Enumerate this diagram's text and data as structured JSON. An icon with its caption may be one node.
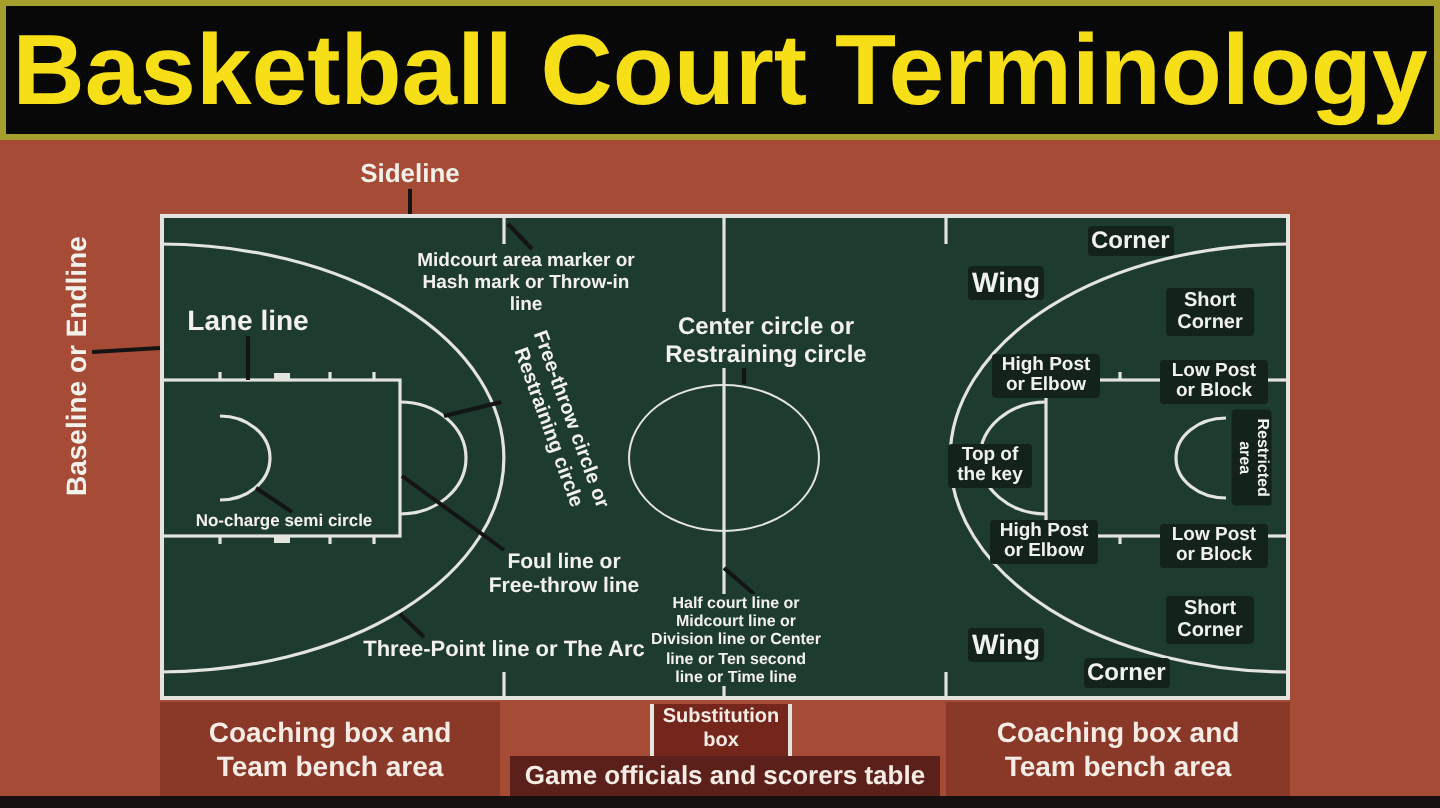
{
  "diagram": {
    "title": "Basketball Court Terminology",
    "nodes": [
      {
        "text": [
          "Sideline"
        ]
      },
      {
        "text": [
          "Baseline or Endline"
        ]
      },
      {
        "text": [],
        "shape": "box"
      },
      {
        "text": [
          "Lane line"
        ],
        "in": 2
      },
      {
        "text": [
          "Midcourt area marker or Hash mark or Throw-in line"
        ],
        "in": 2
      },
      {
        "text": [
          "Center circle or Restraining circle"
        ],
        "in": 2
      },
      {
        "text": [],
        "shape": "circle",
        "in": 2
      },
      {
        "text": [
          "Free-throw circle or Restraining circle"
        ],
        "in": 2
      },
      {
        "text": [
          "No-charge semi circle"
        ],
        "in": 2
      },
      {
        "text": [
          "Foul line or Free-throw line"
        ],
        "in": 2
      },
      {
        "text": [
          "Three-Point line or The Arc"
        ],
        "in": 2
      },
      {
        "text": [
          "Half court line or Midcourt line or Division line or Center line or Ten second line or Time line"
        ],
        "in": 2
      },
      {
        "text": [
          "Coaching box and Team bench area"
        ]
      },
      {
        "text": [
          "Substitution box"
        ]
      },
      {
        "text": [
          "Game officials and scorers table"
        ]
      },
      {
        "text": [
          "Coaching box and Team bench area"
        ]
      }
    ],
    "edges": [
      {
        "from": 0,
        "to": 2,
        "arrow": "none"
      },
      {
        "from": 1,
        "to": 2,
        "arrow": "none"
      },
      {
        "from": 3,
        "to": null,
        "arrow": "none"
      },
      {
        "from": 4,
        "to": null,
        "arrow": "none"
      },
      {
        "from": 5,
        "to": 6,
        "arrow": "none"
      },
      {
        "from": 7,
        "to": null,
        "arrow": "none"
      },
      {
        "from": 8,
        "to": null,
        "arrow": "none"
      },
      {
        "from": 9,
        "to": null,
        "arrow": "none"
      },
      {
        "from": 10,
        "to": null,
        "arrow": "none"
      },
      {
        "from": 11,
        "to": null,
        "arrow": "none"
      }
    ],
    "labels": [
      "Corner",
      "Wing",
      "Short Corner",
      "High Post or Elbow",
      "Low Post or Block",
      "Top of the key",
      "Restricted area",
      "High Post or Elbow",
      "Low Post or Block",
      "Short Corner",
      "Wing",
      "Corner"
    ]
  }
}
